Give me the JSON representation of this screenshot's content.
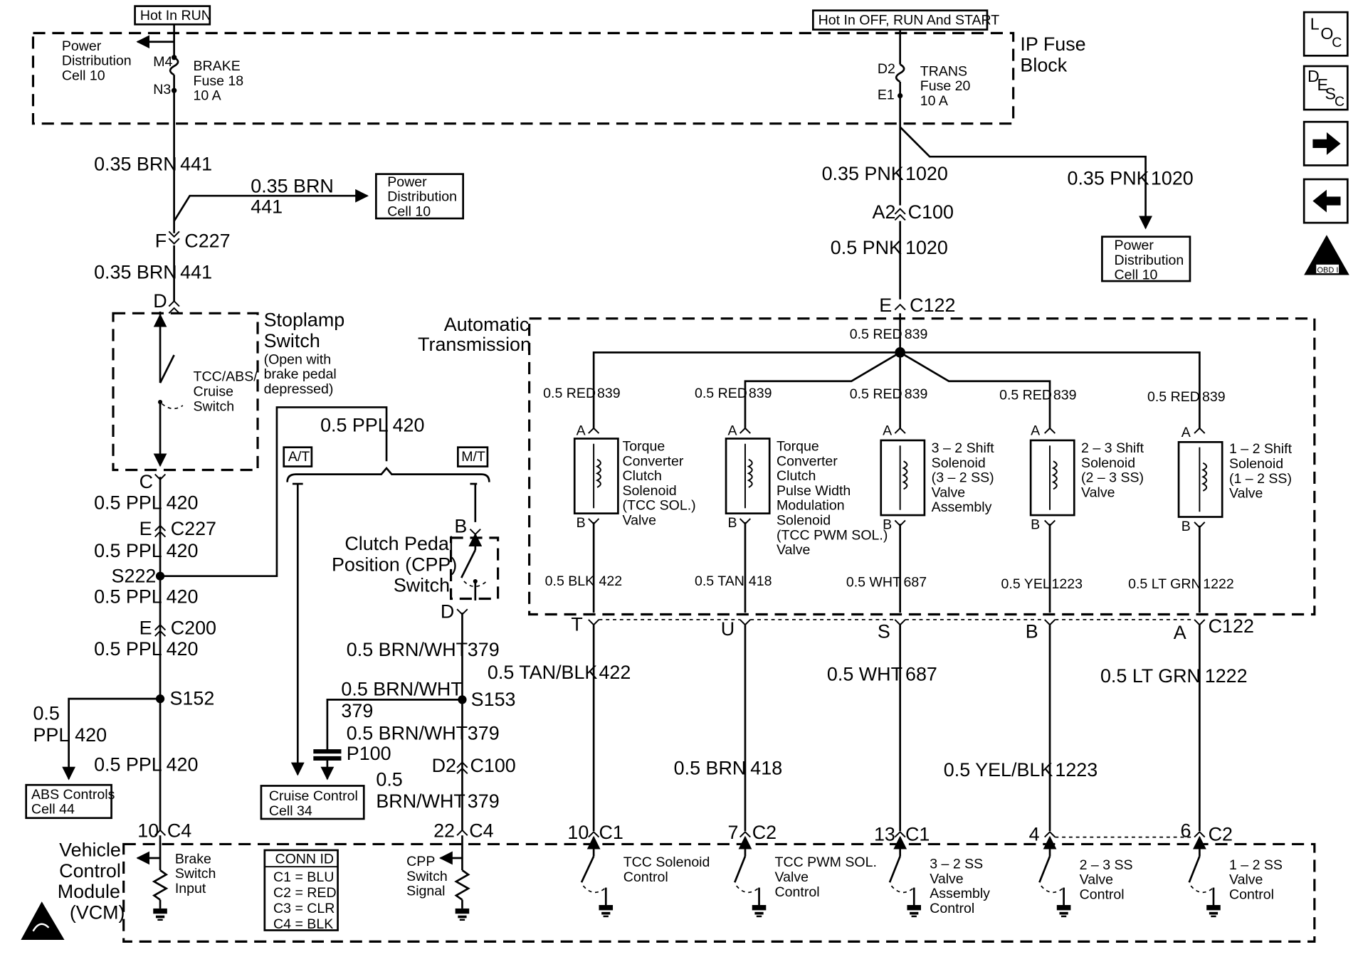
{
  "hot_labels": {
    "run": "Hot In RUN",
    "off_run_start": "Hot In OFF, RUN And START"
  },
  "ip_fuse_block": {
    "line1": "IP Fuse",
    "line2": "Block"
  },
  "power_dist": {
    "top_left": [
      "Power",
      "Distribution",
      "Cell 10"
    ],
    "box_mid": [
      "Power",
      "Distribution",
      "Cell 10"
    ],
    "box_right": [
      "Power",
      "Distribution",
      "Cell 10"
    ]
  },
  "fuses": {
    "brake": {
      "in_pin": "M4",
      "out_pin": "N3",
      "lines": [
        "BRAKE",
        "Fuse 18",
        "10 A"
      ]
    },
    "trans": {
      "in_pin": "D2",
      "out_pin": "E1",
      "lines": [
        "TRANS",
        "Fuse 20",
        "10 A"
      ]
    }
  },
  "wires": {
    "brn441_a": {
      "gauge": "0.35 BRN",
      "circuit": "441"
    },
    "brn441_branch": {
      "gauge": "0.35 BRN",
      "circuit": "441"
    },
    "brn441_b": {
      "gauge": "0.35 BRN",
      "circuit": "441"
    },
    "pnk1020_a": {
      "gauge": "0.35 PNK",
      "circuit": "1020"
    },
    "pnk1020_branch": {
      "gauge": "0.35 PNK",
      "circuit": "1020"
    },
    "pnk1020_b": {
      "gauge": "0.5 PNK",
      "circuit": "1020"
    },
    "ppl420_top": {
      "gauge": "0.5 PPL",
      "circuit": "420"
    },
    "ppl420_c": {
      "gauge": "0.5 PPL",
      "circuit": "420"
    },
    "ppl420_d": {
      "gauge": "0.5 PPL",
      "circuit": "420"
    },
    "ppl420_e": {
      "gauge": "0.5 PPL",
      "circuit": "420"
    },
    "ppl420_f": {
      "gauge": "0.5 PPL",
      "circuit": "420"
    },
    "ppl420_branch": {
      "gauge1": "0.5",
      "gauge2": "PPL",
      "circuit": "420"
    },
    "ppl420_g": {
      "gauge": "0.5 PPL",
      "circuit": "420"
    },
    "red839_main": {
      "gauge": "0.5 RED",
      "circuit": "839"
    },
    "red839_1": {
      "gauge": "0.5 RED",
      "circuit": "839"
    },
    "red839_2": {
      "gauge": "0.5 RED",
      "circuit": "839"
    },
    "red839_3": {
      "gauge": "0.5 RED",
      "circuit": "839"
    },
    "red839_4": {
      "gauge": "0.5 RED",
      "circuit": "839"
    },
    "red839_5": {
      "gauge": "0.5 RED",
      "circuit": "839"
    },
    "blk422": {
      "gauge": "0.5 BLK",
      "circuit": "422"
    },
    "tan418": {
      "gauge": "0.5 TAN",
      "circuit": "418"
    },
    "wht687_in": {
      "gauge": "0.5 WHT",
      "circuit": "687"
    },
    "yel1223_in": {
      "gauge": "0.5 YEL",
      "circuit": "1223"
    },
    "ltgrn1222_in": {
      "gauge": "0.5 LT GRN",
      "circuit": "1222"
    },
    "tanblk422": {
      "gauge": "0.5 TAN/BLK",
      "circuit": "422"
    },
    "brn418": {
      "gauge": "0.5 BRN",
      "circuit": "418"
    },
    "wht687": {
      "gauge": "0.5 WHT",
      "circuit": "687"
    },
    "yelblk1223": {
      "gauge": "0.5 YEL/BLK",
      "circuit": "1223"
    },
    "ltgrn1222": {
      "gauge": "0.5 LT GRN",
      "circuit": "1222"
    },
    "brnwht379_a": {
      "gauge": "0.5 BRN/WHT",
      "circuit": "379"
    },
    "brnwht379_branch": {
      "gauge": "0.5 BRN/WHT",
      "circuit": "379"
    },
    "brnwht379_b": {
      "gauge": "0.5 BRN/WHT",
      "circuit": "379"
    },
    "brnwht379_c": {
      "gauge1": "0.5",
      "gauge2": "BRN/WHT",
      "circuit": "379"
    }
  },
  "connectors": {
    "c227_f": {
      "pin": "F",
      "id": "C227"
    },
    "c227_e": {
      "pin": "E",
      "id": "C227"
    },
    "c200_e": {
      "pin": "E",
      "id": "C200"
    },
    "c100_a2": {
      "pin": "A2",
      "id": "C100"
    },
    "c100_d2": {
      "pin": "D2",
      "id": "C100"
    },
    "c122_e": {
      "pin": "E",
      "id": "C122"
    },
    "c122_row": {
      "pins": [
        "T",
        "U",
        "S",
        "B",
        "A"
      ],
      "id": "C122"
    },
    "stop_d": "D",
    "stop_c": "C",
    "cpp_b": "B",
    "cpp_d": "D",
    "vcm_pins": [
      {
        "pin": "10",
        "id": "C4"
      },
      {
        "pin": "22",
        "id": "C4"
      },
      {
        "pin": "10",
        "id": "C1"
      },
      {
        "pin": "7",
        "id": "C2"
      },
      {
        "pin": "13",
        "id": "C1"
      },
      {
        "pin": "4",
        "id": ""
      },
      {
        "pin": "6",
        "id": "C2"
      }
    ],
    "p100": "P100"
  },
  "splices": {
    "s222": "S222",
    "s152": "S152",
    "s153": "S153"
  },
  "stoplamp": {
    "title1": "Stoplamp",
    "title2": "Switch",
    "notes": [
      "(Open with",
      "brake pedal",
      "depressed)"
    ],
    "switch_label": [
      "TCC/ABS/",
      "Cruise",
      "Switch"
    ]
  },
  "cpp_switch": {
    "lines": [
      "Clutch Pedal",
      "Position (CPP)",
      "Switch"
    ]
  },
  "trans_labels": {
    "at": "A/T",
    "mt": "M/T",
    "auto1": "Automatic",
    "auto2": "Transmission"
  },
  "solenoids": [
    {
      "lines": [
        "Torque",
        "Converter",
        "Clutch",
        "Solenoid",
        "(TCC SOL.)",
        "Valve"
      ]
    },
    {
      "lines": [
        "Torque",
        "Converter",
        "Clutch",
        "Pulse Width",
        "Modulation",
        "Solenoid",
        "(TCC PWM SOL.)",
        "Valve"
      ]
    },
    {
      "lines": [
        "3 – 2 Shift",
        "Solenoid",
        "(3 – 2 SS)",
        "Valve",
        "Assembly"
      ]
    },
    {
      "lines": [
        "2 – 3 Shift",
        "Solenoid",
        "(2 – 3 SS)",
        "Valve"
      ]
    },
    {
      "lines": [
        "1 – 2 Shift",
        "Solenoid",
        "(1 – 2 SS)",
        "Valve"
      ]
    }
  ],
  "solenoid_pins": {
    "top": "A",
    "bottom": "B"
  },
  "dest_boxes": {
    "abs": [
      "ABS Controls",
      "Cell 44"
    ],
    "cruise": [
      "Cruise Control",
      "Cell 34"
    ]
  },
  "vcm": {
    "title": [
      "Vehicle",
      "Control",
      "Module",
      "(VCM)"
    ],
    "brake_input": [
      "Brake",
      "Switch",
      "Input"
    ],
    "cpp_signal": [
      "CPP",
      "Switch",
      "Signal"
    ],
    "conn_id_title": "CONN ID",
    "conn_ids": [
      "C1 = BLU",
      "C2 = RED",
      "C3 = CLR",
      "C4 = BLK"
    ],
    "controls": [
      [
        "TCC Solenoid",
        "Control"
      ],
      [
        "TCC PWM SOL.",
        "Valve",
        "Control"
      ],
      [
        "3 – 2 SS",
        "Valve",
        "Assembly",
        "Control"
      ],
      [
        "2 – 3 SS",
        "Valve",
        "Control"
      ],
      [
        "1 – 2 SS",
        "Valve",
        "Control"
      ]
    ]
  },
  "side_icons": {
    "loc": {
      "l": "L",
      "o": "O",
      "c": "C"
    },
    "desc": {
      "d": "D",
      "e": "E",
      "s": "S",
      "c": "C"
    },
    "next_icon": "right-arrow-icon",
    "prev_icon": "left-arrow-icon",
    "obd_label": "OBD II"
  }
}
